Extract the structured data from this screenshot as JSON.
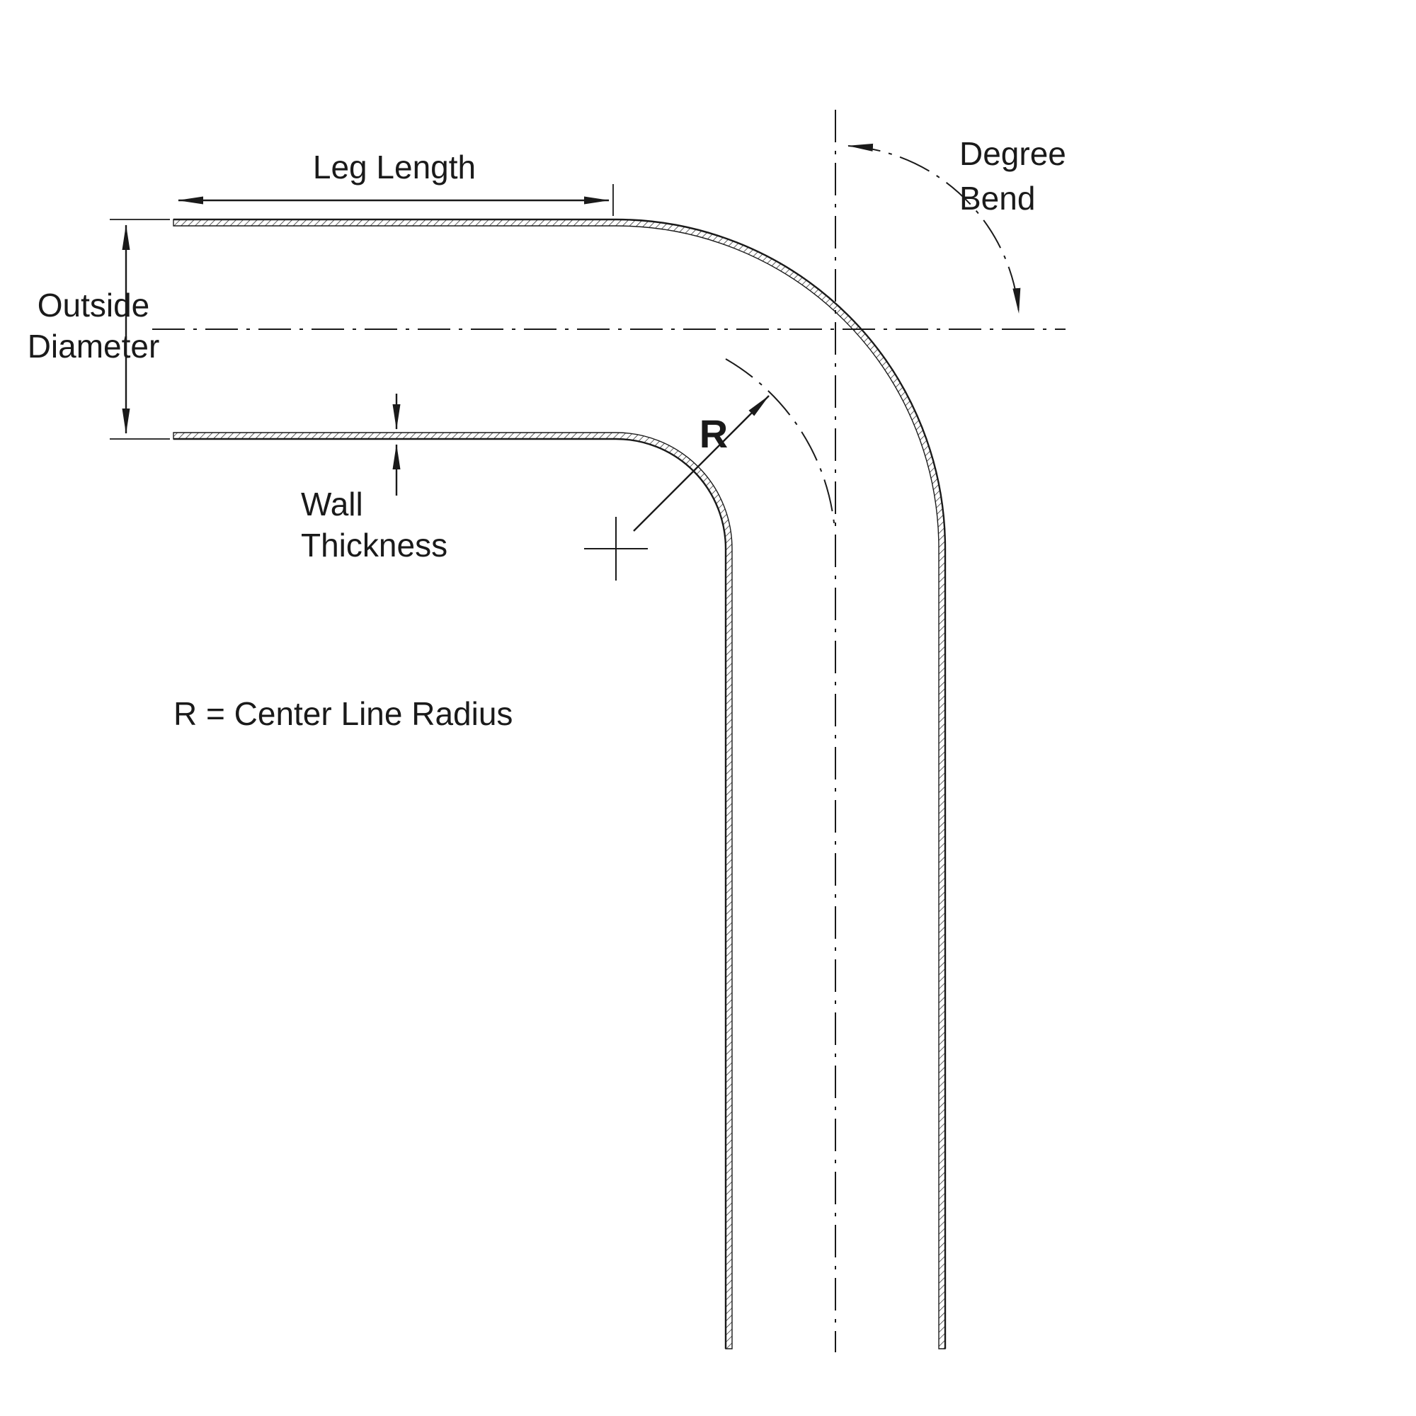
{
  "labels": {
    "leg_length": "Leg Length",
    "outside_diameter_line1": "Outside",
    "outside_diameter_line2": "Diameter",
    "wall_thickness_line1": "Wall",
    "wall_thickness_line2": "Thickness",
    "degree_bend_line1": "Degree",
    "degree_bend_line2": "Bend",
    "radius_symbol": "R",
    "radius_note": "R = Center Line Radius"
  },
  "colors": {
    "line": "#1a1a1a",
    "background": "#ffffff"
  }
}
